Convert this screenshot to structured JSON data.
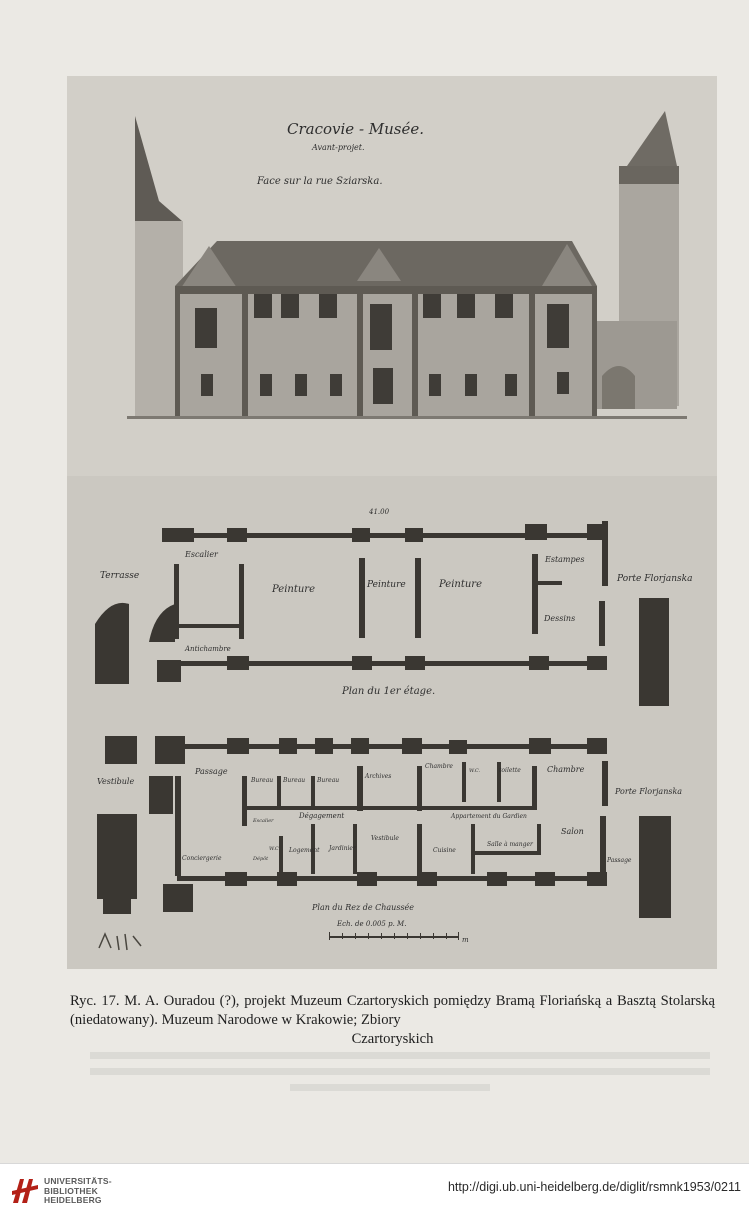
{
  "drawing": {
    "title": "Cracovie - Musée.",
    "subtitle": "Avant-projet.",
    "facade_label": "Face sur la rue Sziarska.",
    "dimension_top": "41.00",
    "floor1": {
      "title": "Plan du 1er étage.",
      "labels": {
        "terrasse": "Terrasse",
        "escalier": "Escalier",
        "antichambre": "Antichambre",
        "peinture1": "Peinture",
        "peinture2": "Peinture",
        "peinture3": "Peinture",
        "estampes": "Estampes",
        "dessins": "Dessins",
        "porte": "Porte Florjanska"
      }
    },
    "ground": {
      "title": "Plan du Rez de Chaussée",
      "scale_text": "Ech. de 0.005 p. M.",
      "scale_unit": "m",
      "labels": {
        "vestibule": "Vestibule",
        "passage": "Passage",
        "bureau1": "Bureau",
        "bureau2": "Bureau",
        "bureau3": "Bureau",
        "archives": "Archives",
        "chambre1": "Chambre",
        "wc1": "W.C.",
        "toilette": "toilette",
        "chambre2": "Chambre",
        "porte": "Porte Florjanska",
        "escalier": "Escalier",
        "degagement": "Dégagement",
        "appartement": "Appartement du Gardien",
        "conciergerie": "Conciergerie",
        "depot": "Dépôt",
        "wc2": "W.C.",
        "logement": "Logement",
        "jardinier": "Jardinier",
        "vestibule2": "Vestibule",
        "cuisine": "Cuisine",
        "salle": "Salle à manger",
        "salon": "Salon",
        "passage2": "Passage"
      }
    }
  },
  "caption": {
    "line_main": "Ryc. 17. M. A. Ouradou (?), projekt Muzeum Czartoryskich pomiędzy Bramą Floriańską a Basztą Stolarską (niedatowany). Muzeum Narodowe w Krakowie; Zbiory",
    "line_last": "Czartoryskich"
  },
  "footer": {
    "logo_line1": "UNIVERSITÄTS-",
    "logo_line2": "BIBLIOTHEK",
    "logo_line3": "HEIDELBERG",
    "url": "http://digi.ub.uni-heidelberg.de/diglit/rsmnk1953/0211"
  },
  "colors": {
    "paper": "#ebe9e4",
    "plate": "#c9c6bf",
    "ink": "#2e2e2e",
    "logo_red": "#b32017"
  }
}
